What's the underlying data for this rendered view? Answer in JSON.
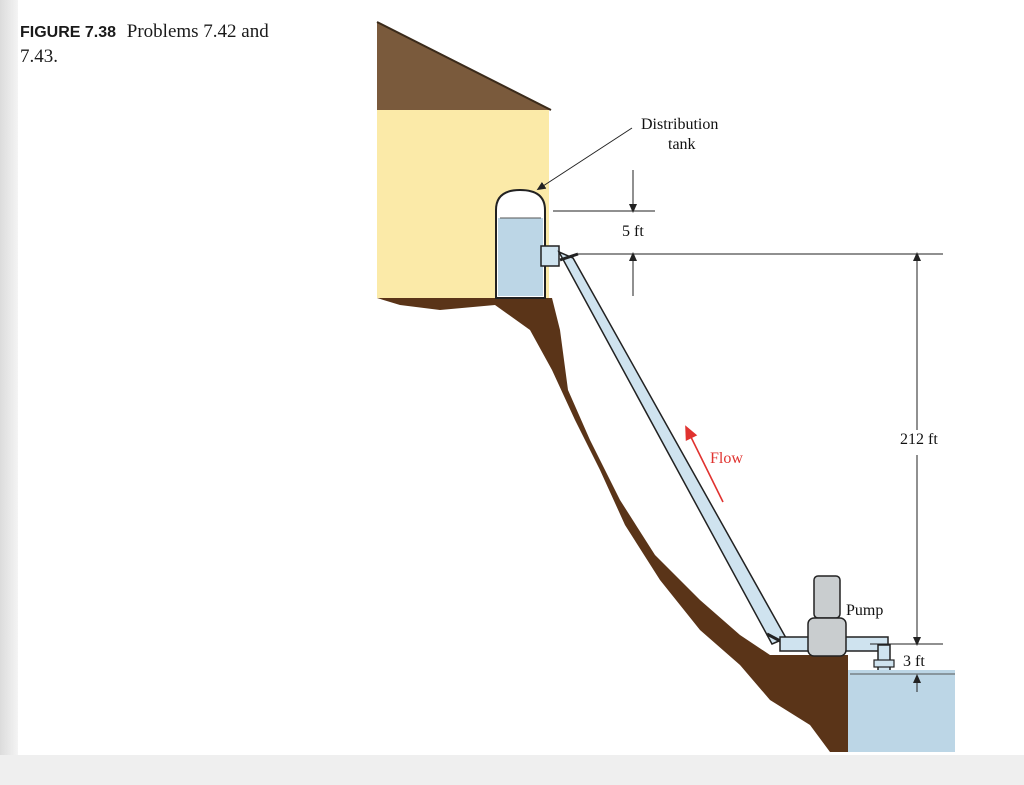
{
  "figure": {
    "label": "FIGURE 7.38",
    "caption": "Problems 7.42 and 7.43."
  },
  "diagram": {
    "labels": {
      "distribution_tank": [
        "Distribution",
        "tank"
      ],
      "dim_top": "5 ft",
      "dim_height": "212 ft",
      "dim_bottom": "3 ft",
      "flow": "Flow",
      "pump": "Pump"
    },
    "colors": {
      "soil": "#5a3418",
      "building_wall": "#fbeaa8",
      "roof": "#7a5a3c",
      "water": "#bcd6e6",
      "pipe": "#cfe3ef",
      "flow_arrow": "#e0322f",
      "dimension_lines": "#222222"
    }
  }
}
